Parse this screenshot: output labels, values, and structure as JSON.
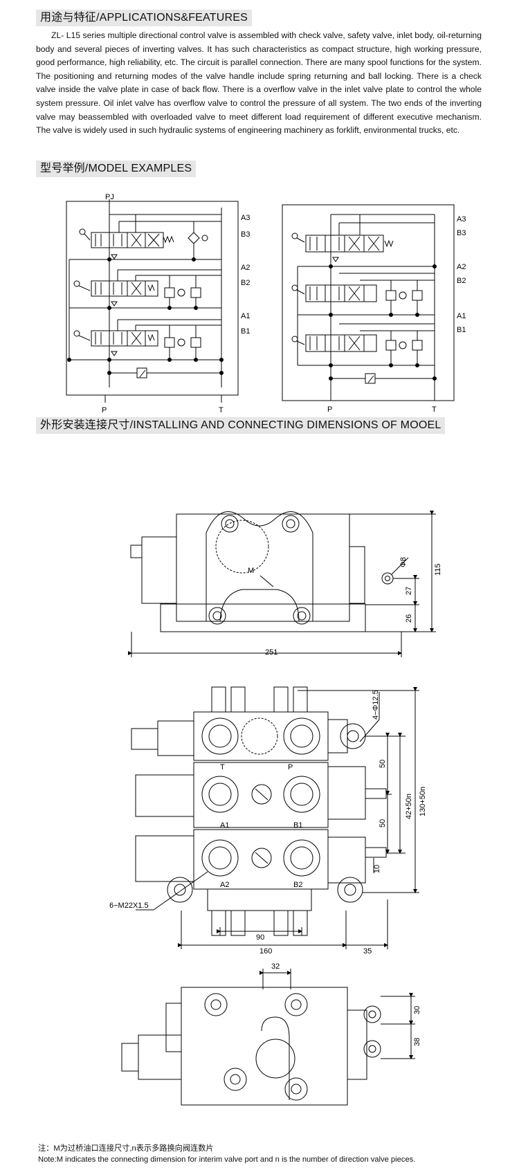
{
  "sections": {
    "applications": {
      "heading": "用途与特征/APPLICATIONS&FEATURES",
      "paragraph": "ZL- L15 series multiple directional control valve is assembled with check valve, safety valve, inlet body, oil-returning body and several pieces of inverting valves. It has such characteristics as compact structure, high working pressure, good performance, high reliability, etc. The circuit is parallel connection. There are many spool functions for the system. The positioning and returning modes of the valve handle include spring returning and ball locking. There is a check valve inside the valve plate in case of back flow. There is a overflow valve in the inlet valve plate to control the whole system pressure. Oil inlet valve has overflow valve to control the pressure of all system. The two ends of the inverting valve may beassembled with overloaded valve to meet different load requirement of different executive mechanism. The valve is widely used in such hydraulic systems of engineering machinery as forklift, environmental trucks, etc."
    },
    "models": {
      "heading": "型号举例/MODEL EXAMPLES",
      "left_labels": {
        "pj": "PJ",
        "a3": "A3",
        "b3": "B3",
        "a2": "A2",
        "b2": "B2",
        "a1": "A1",
        "b1": "B1",
        "p": "P",
        "t": "T"
      },
      "right_labels": {
        "a3": "A3",
        "b3": "B3",
        "a2": "A2",
        "b2": "B2",
        "a1": "A1",
        "b1": "B1",
        "p": "P",
        "t": "T"
      }
    },
    "dimensions": {
      "heading": "外形安装连接尺寸/INSTALLING AND CONNECTING DIMENSIONS OF MOOEL",
      "view1": {
        "m": "M",
        "phi8": "Φ8",
        "d115": "115",
        "d27": "27",
        "d26": "26",
        "d251": "251"
      },
      "view2": {
        "hole": "4−Φ12.5",
        "t": "T",
        "p": "P",
        "a1": "A1",
        "b1": "B1",
        "a2": "A2",
        "b2": "B2",
        "thread": "6−M22X1.5",
        "d50a": "50",
        "d50b": "50",
        "d42": "42+50n",
        "d130": "130+50n",
        "d10": "10",
        "d90": "90",
        "d160": "160",
        "d35": "35"
      },
      "view3": {
        "d32": "32",
        "d30": "30",
        "d38": "38"
      }
    },
    "notes": {
      "cn": "注：M为过桥油口连接尺寸,n表示多路换向阀连数片",
      "en": "Note:M indicates the connecting dimension for interim valve port and n is the number of direction valve pieces."
    }
  }
}
